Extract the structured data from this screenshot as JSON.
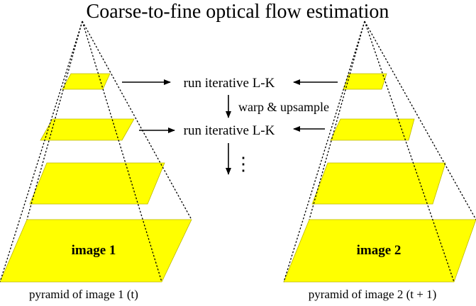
{
  "title": "Coarse-to-fine optical flow estimation",
  "pyramids": [
    {
      "id": "pyramid-1",
      "image_label": "image 1",
      "caption": "pyramid of image 1 (t)",
      "levels": 4
    },
    {
      "id": "pyramid-2",
      "image_label": "image 2",
      "caption": "pyramid of image 2 (t + 1)",
      "levels": 4
    }
  ],
  "process": {
    "step_label_1": "run iterative L-K",
    "warp_label": "warp & upsample",
    "step_label_2": "run iterative L-K",
    "continuation": "⋮"
  },
  "colors": {
    "plane_fill": "#ffff00",
    "plane_stroke": "#bdb700",
    "line": "#000000"
  }
}
